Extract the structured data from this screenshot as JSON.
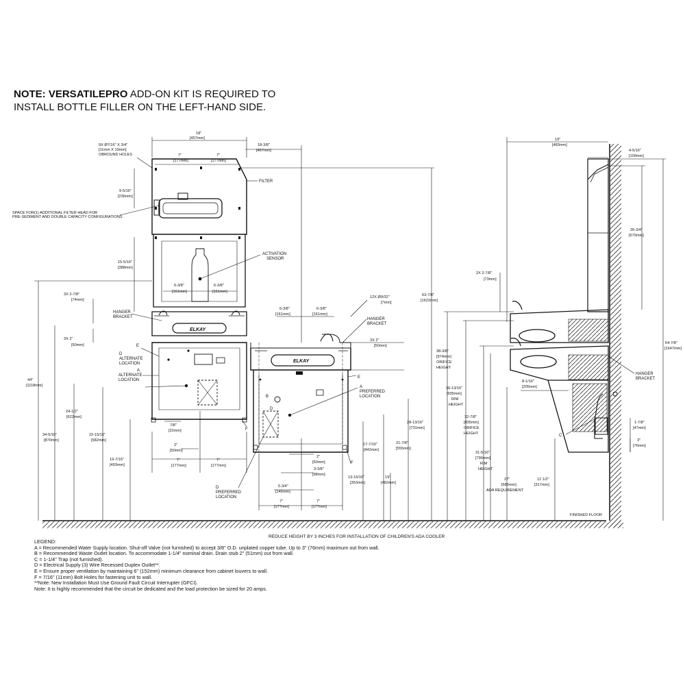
{
  "note": {
    "prefix": "NOTE: ",
    "kit": "VERSATILEPRO",
    "rest": " ADD-ON KIT IS REQUIRED TO",
    "line2": "INSTALL BOTTLE FILLER ON THE LEFT-HAND SIDE."
  },
  "front": {
    "width_in": "18\"",
    "width_mm": "[457mm]",
    "holes_in": "9X Ø7/16\" X 3/4\"",
    "holes_mm": "[11mm X 19mm]",
    "holes_label": "OBROUND HOLES",
    "seven_a_in": "7\"",
    "seven_a_mm": "[177mm]",
    "seven_b_in": "7\"",
    "seven_b_mm": "[177mm]",
    "d958_in": "9-5/16\"",
    "d958_mm": "[236mm]",
    "space_note_1": "SPACE FOR(1) ADDITIONAL FILTER HEAD FOR",
    "space_note_2": "PRE-SEDIMENT AND DOUBLE CAPACITY CONFIGURATIONS",
    "filter": "FILTER",
    "d1558_in": "15-5/16\"",
    "d1558_mm": "[388mm]",
    "activation_1": "ACTIVATION",
    "activation_2": "SENSOR",
    "c638a_in": "6-3/8\"",
    "c638a_mm": "[161mm]",
    "c638b_in": "6-3/8\"",
    "c638b_mm": "[161mm]",
    "d3x278_in": "3X 2-7/8\"",
    "d3x278_mm": "[74mm]",
    "hanger_1": "HANGER",
    "hanger_2": "BRACKET",
    "d3x2_in": "3X 2\"",
    "d3x2_mm": "[50mm]",
    "e": "E",
    "d_alt_1": "D",
    "d_alt_2": "ALTERNATE",
    "d_alt_3": "LOCATION",
    "a_alt_1": "A",
    "a_alt_2": "ALTERNATE",
    "a_alt_3": "LOCATION",
    "d44_in": "44\"",
    "d44_mm": "[1118mm]",
    "d2412_in": "24-1/2\"",
    "d2412_mm": "[622mm]",
    "d34516_in": "34-5/16\"",
    "d34516_mm": "[870mm]",
    "d221516_in": "22-15/16\"",
    "d221516_mm": "[582mm]",
    "d78_in": "7/8\"",
    "d78_mm": "[22mm]",
    "d2_in": "2\"",
    "d2_mm": "[50mm]",
    "d19716_in": "19-7/16\"",
    "d19716_mm": "[493mm]",
    "b7a_in": "7\"",
    "b7a_mm": "[177mm]",
    "b7b_in": "7\"",
    "b7b_mm": "[177mm]",
    "f": "F",
    "brand": "ELKAY"
  },
  "cooler": {
    "d18316_in": "18-3/8\"",
    "d18316_mm": "[467mm]",
    "c638a_in": "6-3/8\"",
    "c638a_mm": "[161mm]",
    "c638b_in": "6-3/8\"",
    "c638b_mm": "[161mm]",
    "holes12_in": "12X Ø9/32\"",
    "holes12_mm": "[7mm]",
    "hanger_1": "HANGER",
    "hanger_2": "BRACKET",
    "d3x2_in": "3X 2\"",
    "d3x2_mm": "[50mm]",
    "e": "E",
    "a_pref_1": "A",
    "a_pref_2": "PREFERRED",
    "a_pref_3": "LOCATION",
    "b": "B",
    "d": "D",
    "d2_in": "2\"",
    "d2_mm": "[50mm]",
    "d338_in": "3-3/8\"",
    "d338_mm": "[98mm]",
    "d534_in": "5-3/4\"",
    "d534_mm": "[146mm]",
    "d_pref_1": "D",
    "d_pref_2": "PREFERRED",
    "d_pref_3": "LOCATION",
    "b7a_in": "7\"",
    "b7a_mm": "[177mm]",
    "b7b_in": "7\"",
    "b7b_mm": "[177mm]",
    "d17716_in": "17-7/16\"",
    "d17716_mm": "[442mm]",
    "d131516_in": "13-15/16\"",
    "d131516_mm": "[353mm]",
    "d19_in": "19\"",
    "d19_mm": "[482mm]",
    "d2178_in": "21-7/8\"",
    "d2178_mm": "[555mm]",
    "d281316_in": "28-13/16\"",
    "d281316_mm": "[731mm]",
    "d6378_in": "63-7/8\"",
    "d6378_mm": "[1622mm]",
    "f": "F",
    "brand": "ELKAY"
  },
  "side": {
    "d19_in": "19\"",
    "d19_mm": "[483mm]",
    "d4516_in": "4-5/16\"",
    "d4516_mm": "[109mm]",
    "d2634_in": "26-3/4\"",
    "d2634_mm": "[679mm]",
    "d2x278_in": "2X  2-7/8\"",
    "d2x278_mm": "[73mm]",
    "d6478_in": "64-7/8\"",
    "d6478_mm": "[1647mm]",
    "d3838_in": "38-3/8\"",
    "d3838_mm": "[974mm]",
    "orifice_1": "ORIFICE",
    "orifice_h_1": "HEIGHT",
    "d361316_in": "36-13/16\"",
    "d361316_mm": "[935mm]",
    "rim_1": "RIM",
    "rim_h_1": "HEIGHT",
    "d8116_in": "8-1/16\"",
    "d8116_mm": "[205mm]",
    "d3278_in": "32-7/8\"",
    "d3278_mm": "[835mm]",
    "orifice_2": "ORIFICE",
    "orifice_h_2": "HEIGHT",
    "d31516_in": "31-5/16\"",
    "d31516_mm": "[796mm]",
    "rim_2": "RIM",
    "rim_h_2": "HEIGHT",
    "hanger_1": "HANGER",
    "hanger_2": "BRACKET",
    "d178_in": "1-7/8\"",
    "d178_mm": "[47mm]",
    "d3_in": "3\"",
    "d3_mm": "[76mm]",
    "c": "C",
    "d27_in": "27\"",
    "d27_mm": "[685mm]",
    "ada": "ADA REQUIREMENT",
    "d1212_in": "12 1/2\"",
    "d1212_mm": "[317mm]",
    "finished_floor": "FINISHED FLOOR"
  },
  "reduce_note": "REDUCE HEIGHT BY 3 INCHES FOR INSTALLATION OF CHILDREN'S ADA COOLER",
  "legend": {
    "title": "LEGEND:",
    "lines": [
      "A = Recommended Water Supply location.  Shut-off Valve (not furnished) to accept 3/8\" O.D. unplated copper tube.  Up to 3\" (76mm) maximum out from wall.",
      "B = Recommended Waste Outlet location.  To accommodate 1-1/4\" nominal drain.  Drain stub 2\" (51mm) out from wall.",
      "C = 1-1/4\" Trap (not furnished).",
      "D = Electrical Supply (3) Wire Recessed Duplex Outlet**.",
      "E = Ensure proper ventilation by maintaining 6\" (152mm) minimum clearance from cabinet louvers to wall.",
      "F = 7/16\" (11mm) Bolt Holes for fastening unit to wall.",
      "**Note: New Installation Must Use Ground Fault Circuit Interrupter (GFCI).",
      "Note: It is highly recommended that the circuit be dedicated and the load protection be sized for 20 amps."
    ]
  }
}
